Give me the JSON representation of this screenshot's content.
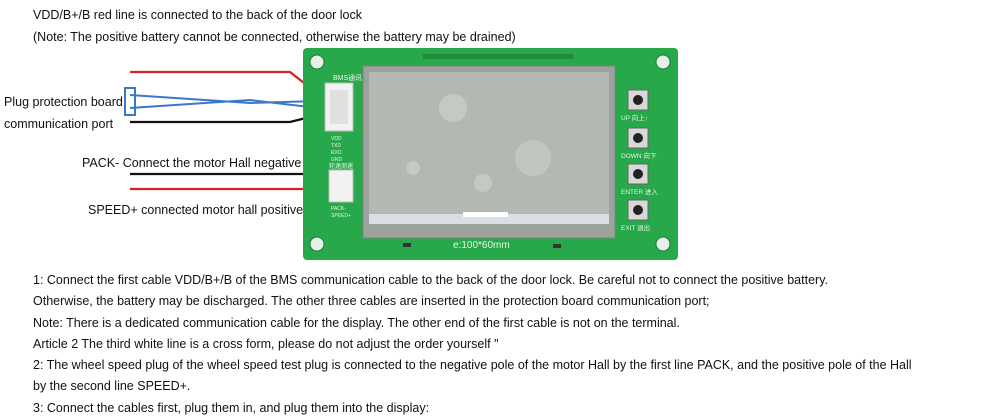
{
  "header": {
    "line1": "VDD/B+/B red line is connected to the back of the door lock",
    "line2": "(Note: The positive battery cannot be connected, otherwise the battery may be drained)"
  },
  "labels": {
    "plug_line1": "Plug protection board",
    "plug_line2": "communication port",
    "pack": "PACK- Connect the motor Hall negative",
    "speed": "SPEED+ connected motor hall positive"
  },
  "board": {
    "bms_label": "BMS通讯",
    "speed_label": "轮速测速",
    "btn_up": "UP 向上↑",
    "btn_down": "DOWN 向下",
    "btn_enter": "ENTER 进入",
    "btn_exit": "EXIT 退出",
    "size_label": "e:100*60mm",
    "pins_left": [
      "VDD",
      "TXD",
      "RXD",
      "GND"
    ],
    "pins_speed": [
      "PACK-",
      "SPEED+"
    ]
  },
  "notes": [
    "1: Connect the first cable VDD/B+/B of the BMS communication cable to the back of the door lock. Be careful not to connect the positive battery.",
    "Otherwise, the battery may be discharged. The other three cables are inserted in the protection board communication port;",
    "Note: There is a dedicated communication cable for the display. The other end of the first cable is not on the terminal.",
    "Article 2 The third white line is a cross form, please do not adjust the order yourself \"",
    "2: The wheel speed plug of the wheel speed test plug is connected to the negative pole of the motor Hall by the first line PACK, and the positive pole of the Hall",
    "by the second line SPEED+.",
    "3: Connect the cables first, plug them in, and plug them into the display:"
  ],
  "colors": {
    "pcb": "#27a84a",
    "lcd": "#b3b8b2",
    "wire_red": "#d42222",
    "wire_blue": "#3a78c8",
    "wire_black": "#111111"
  }
}
